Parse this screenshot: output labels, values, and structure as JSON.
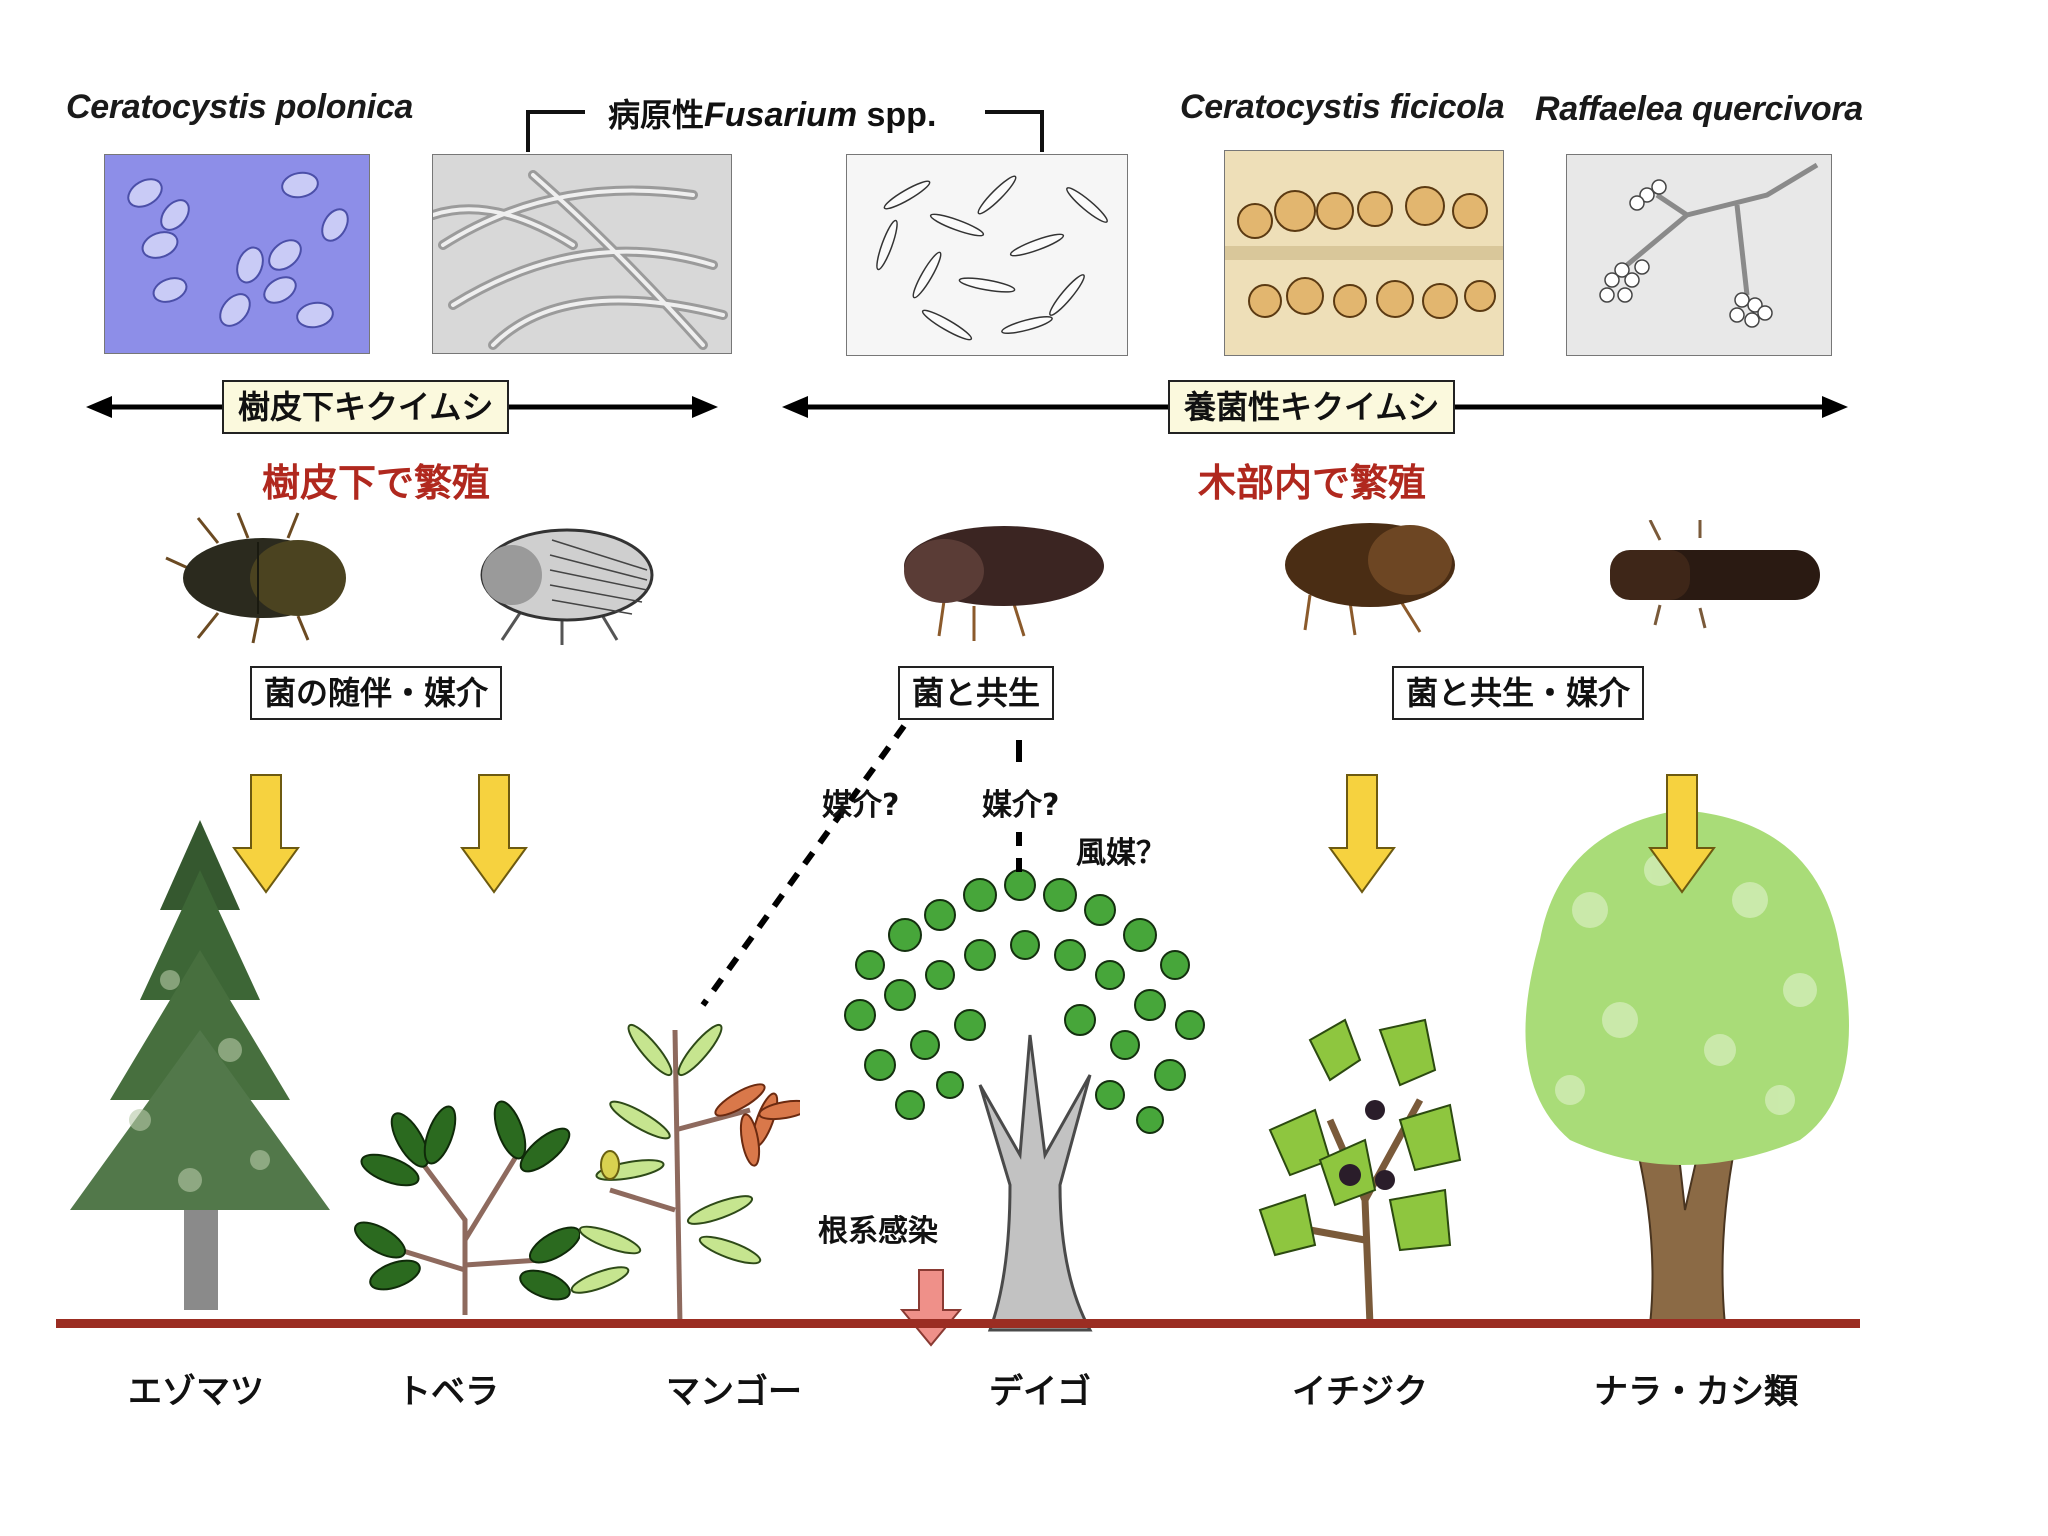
{
  "fungi": {
    "ceratocystis_polonica": "Ceratocystis polonica",
    "fusarium_prefix": "病原性",
    "fusarium_genus": "Fusarium",
    "fusarium_suffix": " spp.",
    "ceratocystis_ficicola": "Ceratocystis ficicola",
    "raffaelea_quercivora": "Raffaelea quercivora"
  },
  "groups": {
    "bark_beetle": "樹皮下キクイムシ",
    "ambrosia_beetle": "養菌性キクイムシ",
    "bark_breeding": "樹皮下で繁殖",
    "wood_breeding": "木部内で繁殖"
  },
  "relations": {
    "companion_vector": "菌の随伴・媒介",
    "symbiosis": "菌と共生",
    "symbiosis_vector": "菌と共生・媒介"
  },
  "transmission": {
    "vector_q1": "媒介?",
    "vector_q2": "媒介?",
    "wind_q": "風媒？",
    "root_infection": "根系感染"
  },
  "hosts": [
    "エゾマツ",
    "トベラ",
    "マンゴー",
    "デイゴ",
    "イチジク",
    "ナラ・カシ類"
  ],
  "colors": {
    "accent_red": "#b0281e",
    "tag_fill": "#fbf9dd",
    "arrow_yellow": "#f6d23f",
    "arrow_pink": "#ef9089",
    "ground": "#9b2d22"
  }
}
